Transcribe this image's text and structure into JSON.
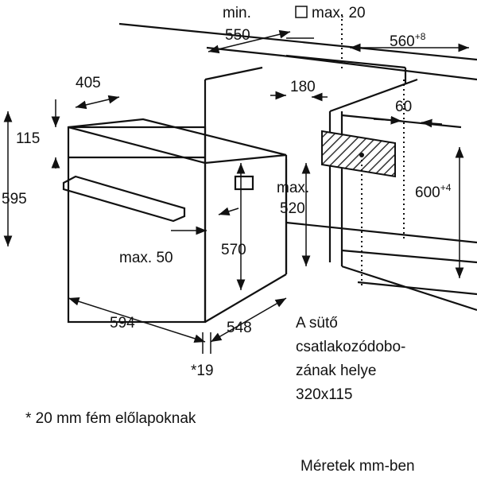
{
  "dimensions": {
    "min_label": "min.",
    "depth_550": "550",
    "max20": "max. 20",
    "w560": "560",
    "w560_sup": "+8",
    "d405": "405",
    "d180": "180",
    "d60": "60",
    "h115": "115",
    "h595": "595",
    "h600": "600",
    "h600_sup": "+4",
    "max_label": "max.",
    "d520": "520",
    "max50": "max. 50",
    "h570": "570",
    "w594": "594",
    "d548": "548",
    "star19": "*19"
  },
  "socket_note": {
    "line1": "A sütő",
    "line2": "csatlakozódobo-",
    "line3": "zának helye",
    "line4": "320x115"
  },
  "footnote": "* 20 mm fém előlapoknak",
  "units_note": "Méretek mm-ben"
}
